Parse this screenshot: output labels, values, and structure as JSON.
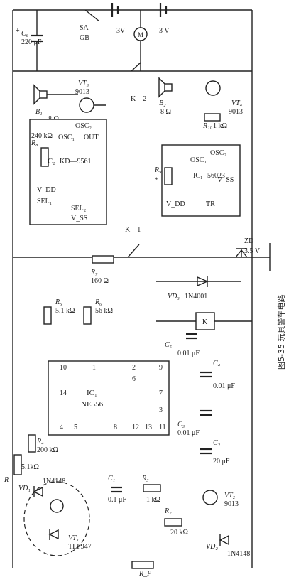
{
  "caption": "图5-35 玩具警车电路",
  "top": {
    "c6_name": "C₆",
    "c6_value": "220 μF",
    "c6_plus": "+",
    "sa": "SA",
    "gb": "GB",
    "batt1": "3V",
    "batt2": "3 V",
    "motor": "M",
    "k2": "K—2"
  },
  "ic2": {
    "vt3": "VT₃",
    "vt3_part": "9013",
    "b1": "B₁",
    "b1_ohm": "8 Ω",
    "r8": "R₈",
    "r8_value": "240 kΩ",
    "osc2": "OSC₂",
    "osc1": "OSC₁",
    "out": "OUT",
    "name": "IC₂",
    "part": "KD—9561",
    "vdd": "V_DD",
    "sel1": "SEL₁",
    "sel2": "SEL₂",
    "vss": "V_SS"
  },
  "ic1_sound": {
    "b2": "B₂",
    "b2_ohm": "8 Ω",
    "vt4": "VT₄",
    "vt4_part": "9013",
    "r10": "R₁₀",
    "r10_value": "1 kΩ",
    "r9": "R₉",
    "r9_mark": "*",
    "osc1": "OSC₁",
    "osc2": "OSC₂",
    "name": "IC₁",
    "part": "56023",
    "vdd": "V_DD",
    "tr": "TR",
    "vss": "V_SS",
    "k1": "K—1"
  },
  "middle": {
    "zd": "ZD",
    "zd_value": "3.5 V",
    "r7": "R₇",
    "r7_value": "160 Ω",
    "vd3": "VD₃",
    "vd3_part": "1N4001",
    "relay": "K"
  },
  "ne556": {
    "name": "IC₁",
    "part": "NE556",
    "pins_top": [
      "10",
      "1",
      "2",
      "9"
    ],
    "pins_mid": [
      "14",
      "6",
      "7"
    ],
    "pins_bottom": [
      "4",
      "5",
      "8",
      "12",
      "13",
      "11",
      "3"
    ],
    "r5": "R₅",
    "r5_value": "5.1 kΩ",
    "r6": "R₆",
    "r6_value": "56 kΩ",
    "c5": "C₅",
    "c5_value": "0.01 μF",
    "c4": "C₄",
    "c4_value": "0.01 μF",
    "c3": "C₃",
    "c3_value": "0.01 μF",
    "c2": "C₂",
    "c2_value": "20 μF",
    "r4": "R₄",
    "r4_value": "200 kΩ"
  },
  "input": {
    "r_top": "R",
    "r_top_value": "5.1kΩ",
    "vd1": "VD₁",
    "vd1_part": "1N4148",
    "c1": "C₁",
    "c1_value": "0.1 μF",
    "r3": "R₃",
    "r3_value": "1 kΩ",
    "r2": "R₂",
    "r2_value": "20 kΩ",
    "vt2": "VT₂",
    "vt2_part": "9013",
    "vd2": "VD₂",
    "vd2_part": "1N4148",
    "vt1": "VT₁",
    "vt1_part": "TLP947",
    "rp": "R_P"
  }
}
